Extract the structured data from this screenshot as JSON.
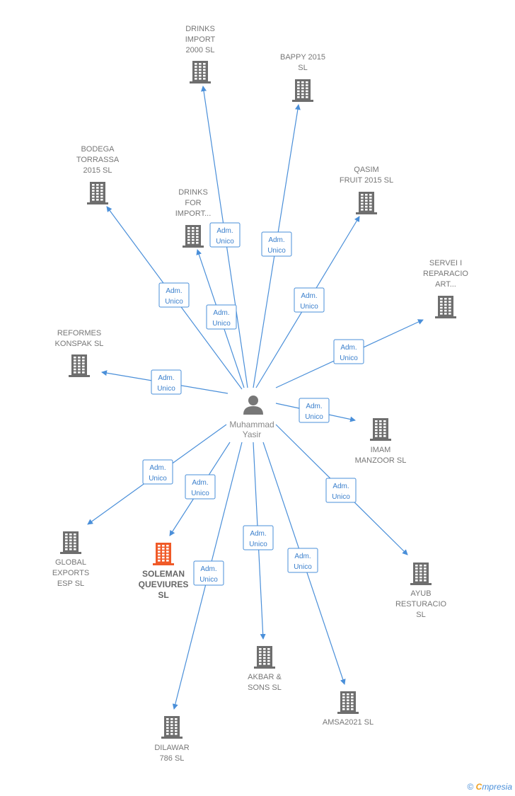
{
  "center": {
    "name_lines": [
      "Muhammad",
      "Yasir"
    ],
    "icon": "person-icon"
  },
  "relation_label": [
    "Adm.",
    "Unico"
  ],
  "colors": {
    "edge": "#4a8fd9",
    "node": "#6e6e6e",
    "highlight": "#f05a28"
  },
  "companies": [
    {
      "id": "drinks-import-2000",
      "label_lines": [
        "DRINKS",
        "IMPORT",
        "2000  SL"
      ]
    },
    {
      "id": "bappy-2015",
      "label_lines": [
        "BAPPY 2015",
        "SL"
      ]
    },
    {
      "id": "bodega-torrassa",
      "label_lines": [
        "BODEGA",
        "TORRASSA",
        "2015  SL"
      ]
    },
    {
      "id": "drinks-for-import",
      "label_lines": [
        "DRINKS",
        "FOR",
        "IMPORT..."
      ]
    },
    {
      "id": "qasim-fruit",
      "label_lines": [
        "QASIM",
        "FRUIT 2015  SL"
      ]
    },
    {
      "id": "servei-reparacio",
      "label_lines": [
        "SERVEI I",
        "REPARACIO",
        "ART..."
      ]
    },
    {
      "id": "reformes-konspak",
      "label_lines": [
        "REFORMES",
        "KONSPAK SL"
      ]
    },
    {
      "id": "imam-manzoor",
      "label_lines": [
        "IMAM",
        "MANZOOR SL"
      ]
    },
    {
      "id": "global-exports",
      "label_lines": [
        "GLOBAL",
        "EXPORTS",
        "ESP  SL"
      ]
    },
    {
      "id": "soleman-queviures",
      "label_lines": [
        "SOLEMAN",
        "QUEVIURES",
        "SL"
      ],
      "highlight": true
    },
    {
      "id": "ayub-resturacio",
      "label_lines": [
        "AYUB",
        "RESTURACIO",
        "SL"
      ]
    },
    {
      "id": "akbar-sons",
      "label_lines": [
        "AKBAR &",
        "SONS  SL"
      ]
    },
    {
      "id": "amsa2021",
      "label_lines": [
        "AMSA2021  SL"
      ]
    },
    {
      "id": "dilawar-786",
      "label_lines": [
        "DILAWAR",
        "786 SL"
      ]
    }
  ],
  "footer": {
    "copyright": "©",
    "brand_initial": "C",
    "brand_rest": "mpresia"
  }
}
